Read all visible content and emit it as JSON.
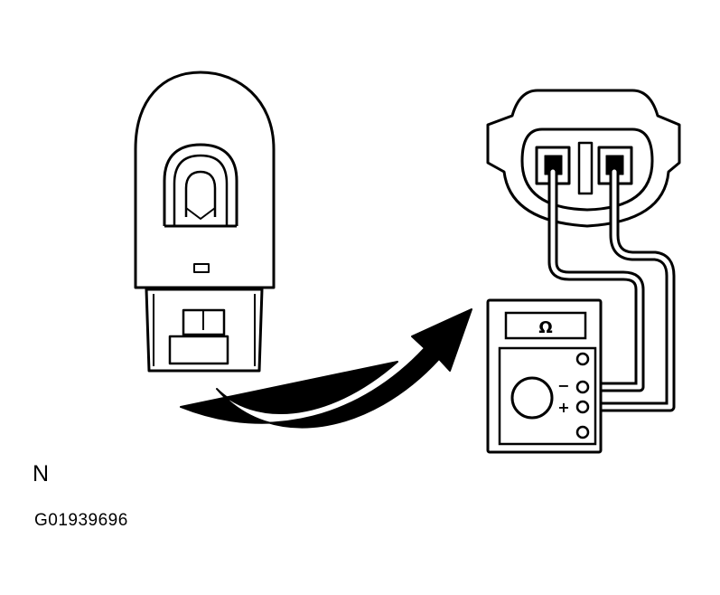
{
  "figure": {
    "note_letter": "N",
    "figure_code": "G01939696"
  },
  "meter": {
    "display_symbol": "Ω",
    "minus_label": "−",
    "plus_label": "+"
  },
  "colors": {
    "ink": "#000000",
    "paper": "#ffffff"
  }
}
